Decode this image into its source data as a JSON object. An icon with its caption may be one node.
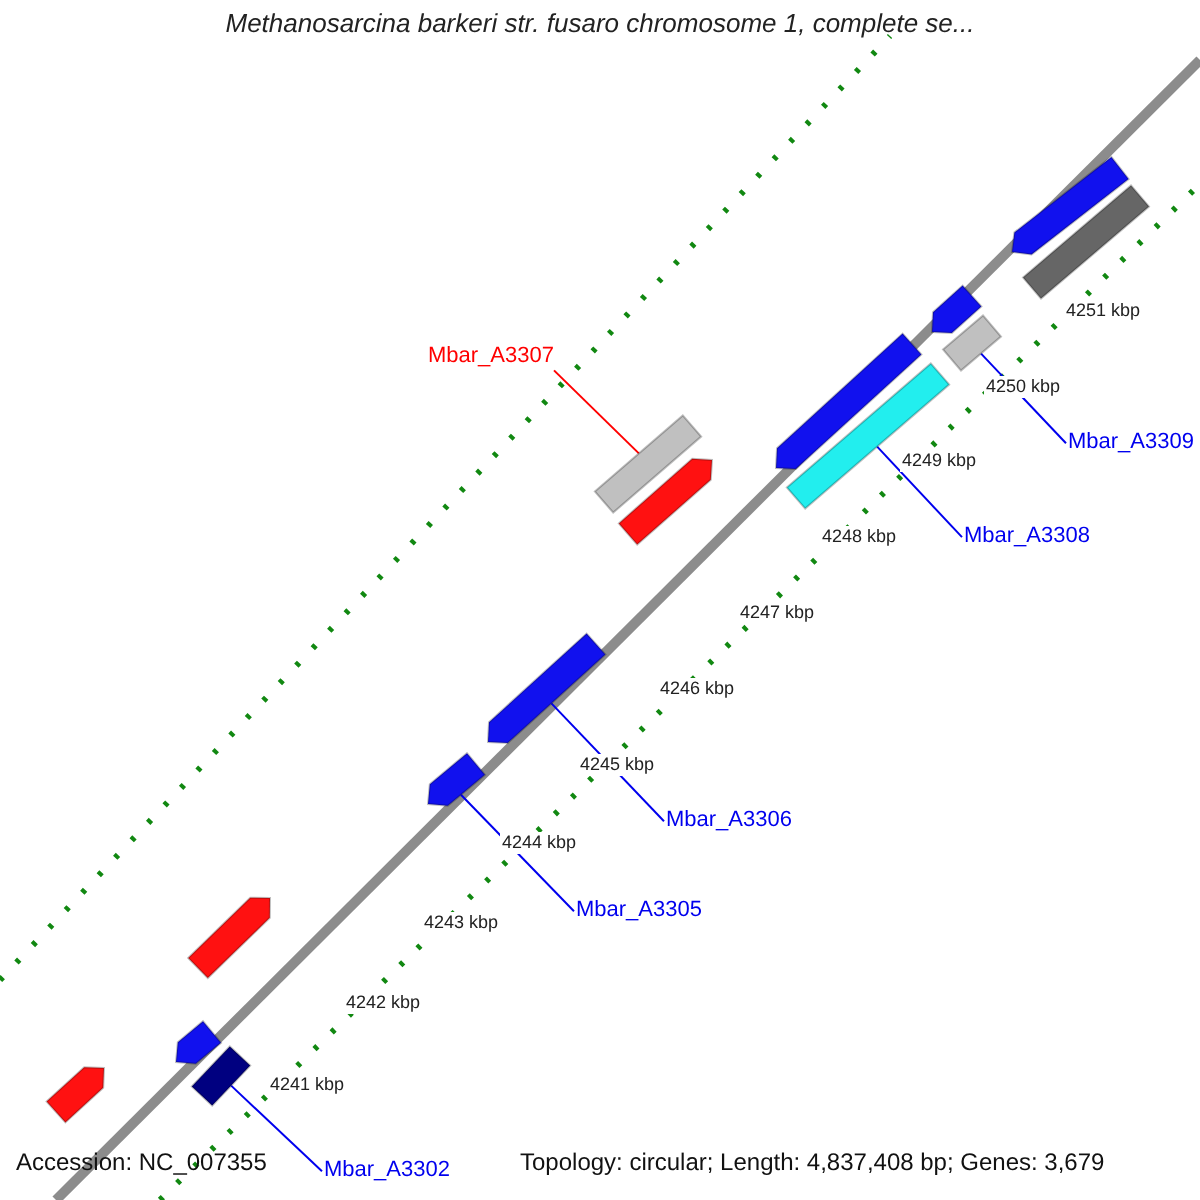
{
  "diagram": {
    "title": "Methanosarcina barkeri str. fusaro chromosome 1, complete se...",
    "nodes": [
      {
        "text": [
          "Mbar_A3307"
        ]
      },
      {
        "text": [
          "Mbar_A3309"
        ]
      },
      {
        "text": [
          "Mbar_A3308"
        ]
      },
      {
        "text": [
          "Mbar_A3306"
        ]
      },
      {
        "text": [
          "Mbar_A3305"
        ]
      },
      {
        "text": [
          "Mbar_A3302"
        ]
      },
      {
        "text": [],
        "shape": "arrow"
      },
      {
        "text": [],
        "shape": "arrow"
      },
      {
        "text": [],
        "shape": "arrow"
      },
      {
        "text": [],
        "shape": "bar"
      },
      {
        "text": [],
        "shape": "arrow"
      },
      {
        "text": [],
        "shape": "arrow"
      },
      {
        "text": [],
        "shape": "bar"
      },
      {
        "text": [],
        "shape": "arrow"
      },
      {
        "text": [],
        "shape": "arrow"
      },
      {
        "text": [],
        "shape": "bar"
      },
      {
        "text": [],
        "shape": "arrow"
      },
      {
        "text": [],
        "shape": "bar"
      },
      {
        "text": [],
        "shape": "arrow"
      },
      {
        "text": [],
        "shape": "bar"
      }
    ],
    "edges": [
      {
        "from": 0,
        "to": 12,
        "arrow": "none",
        "color": "#ff0000"
      },
      {
        "from": 1,
        "to": 17,
        "arrow": "none"
      },
      {
        "from": 2,
        "to": 15,
        "arrow": "none"
      },
      {
        "from": 3,
        "to": 11,
        "arrow": "none"
      },
      {
        "from": 4,
        "to": 10,
        "arrow": "none"
      },
      {
        "from": 5,
        "to": 9,
        "arrow": "none"
      }
    ],
    "labels": [
      "4251 kbp",
      "4250 kbp",
      "4249 kbp",
      "4248 kbp",
      "4247 kbp",
      "4246 kbp",
      "4245 kbp",
      "4244 kbp",
      "4243 kbp",
      "4242 kbp",
      "4241 kbp",
      "Accession: NC_007355",
      "Topology: circular; Length: 4,837,408 bp; Genes: 3,679"
    ]
  }
}
